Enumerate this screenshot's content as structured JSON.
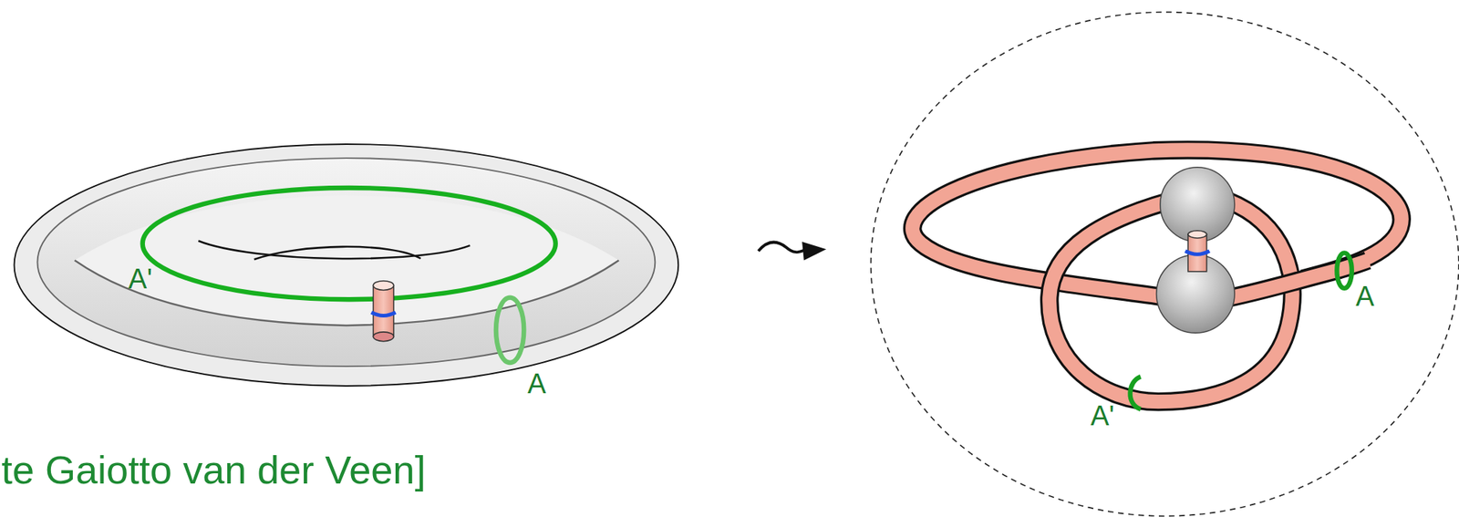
{
  "diagram": {
    "labels": [
      "A'",
      "A",
      "A",
      "A'",
      "te Gaiotto van der Veen]"
    ]
  }
}
